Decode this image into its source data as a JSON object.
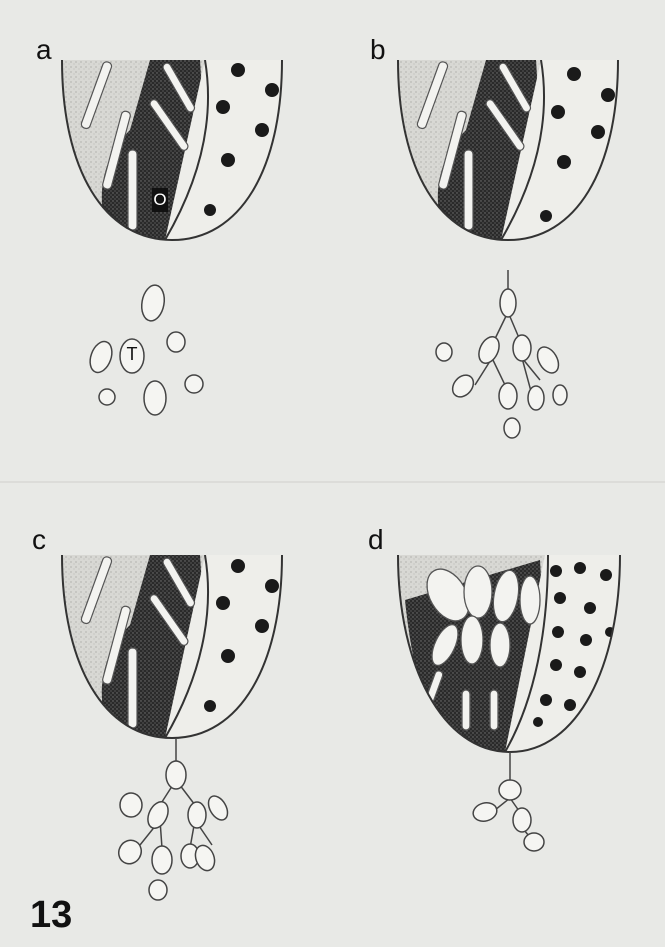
{
  "figure": {
    "number": "13",
    "panels": [
      {
        "label": "a",
        "marker_o": "O",
        "marker_t": "T"
      },
      {
        "label": "b"
      },
      {
        "label": "c"
      },
      {
        "label": "d"
      }
    ]
  }
}
